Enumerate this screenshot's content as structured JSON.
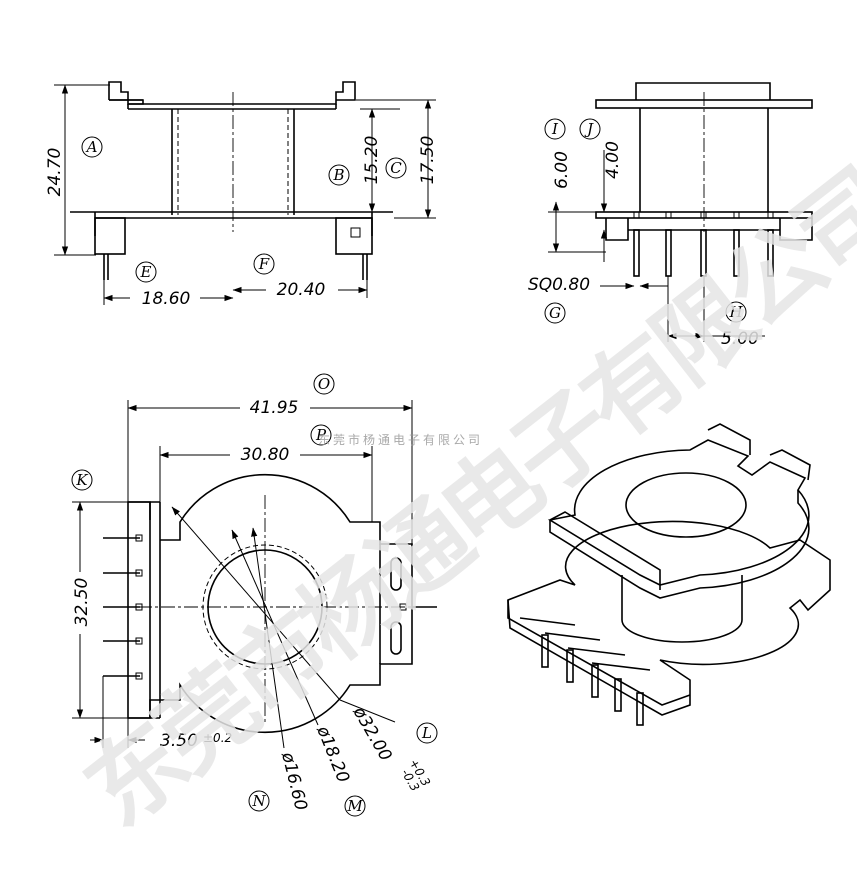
{
  "watermark": {
    "company_large": "东莞市杨通电子有限公司",
    "company_small": "东莞市杨通电子有限公司"
  },
  "dimensions": {
    "A": "24.70",
    "B": "15.20",
    "C": "17.50",
    "E": "18.60",
    "F": "20.40",
    "I": "6.00",
    "J": "4.00",
    "G": "SQ0.80",
    "H": "5.00",
    "O": "41.95",
    "P": "30.80",
    "K": "32.50",
    "L": "ø32.00",
    "L_tol_plus": "+0.3",
    "L_tol_minus": "-0.3",
    "M": "ø18.20",
    "N": "ø16.60",
    "pin_offset": "3.50",
    "pin_offset_tol": "±0.2"
  },
  "letters": {
    "A": "A",
    "B": "B",
    "C": "C",
    "E": "E",
    "F": "F",
    "G": "G",
    "H": "H",
    "I": "I",
    "J": "J",
    "K": "K",
    "L": "L",
    "M": "M",
    "N": "N",
    "O": "O",
    "P": "P"
  }
}
